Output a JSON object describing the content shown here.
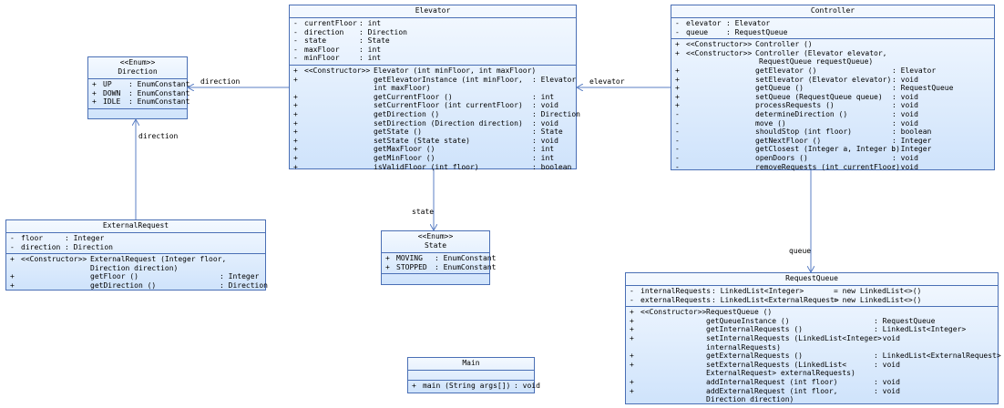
{
  "classes": {
    "elevator": {
      "name": "Elevator",
      "fields": [
        {
          "vis": "-",
          "name": "currentFloor",
          "type": ": int"
        },
        {
          "vis": "-",
          "name": "direction",
          "type": ": Direction"
        },
        {
          "vis": "-",
          "name": "state",
          "type": ": State"
        },
        {
          "vis": "-",
          "name": "maxFloor",
          "type": ": int"
        },
        {
          "vis": "-",
          "name": "minFloor",
          "type": ": int"
        }
      ],
      "methods": [
        {
          "vis": "+",
          "stereo": "<<Constructor>>",
          "name": "Elevator (int minFloor, int maxFloor)",
          "ret": ""
        },
        {
          "vis": "+",
          "stereo": "",
          "name": "getElevatorInstance (int minFloor,",
          "ret": ": Elevator"
        },
        {
          "vis": "",
          "stereo": "",
          "name": " int maxFloor)",
          "ret": ""
        },
        {
          "vis": "+",
          "stereo": "",
          "name": "getCurrentFloor ()",
          "ret": ": int"
        },
        {
          "vis": "+",
          "stereo": "",
          "name": "setCurrentFloor (int currentFloor)",
          "ret": ": void"
        },
        {
          "vis": "+",
          "stereo": "",
          "name": "getDirection ()",
          "ret": ": Direction"
        },
        {
          "vis": "+",
          "stereo": "",
          "name": "setDirection (Direction direction)",
          "ret": ": void"
        },
        {
          "vis": "+",
          "stereo": "",
          "name": "getState ()",
          "ret": ": State"
        },
        {
          "vis": "+",
          "stereo": "",
          "name": "setState (State state)",
          "ret": ": void"
        },
        {
          "vis": "+",
          "stereo": "",
          "name": "getMaxFloor ()",
          "ret": ": int"
        },
        {
          "vis": "+",
          "stereo": "",
          "name": "getMinFloor ()",
          "ret": ": int"
        },
        {
          "vis": "+",
          "stereo": "",
          "name": "isValidFloor (int floor)",
          "ret": ": boolean"
        }
      ]
    },
    "controller": {
      "name": "Controller",
      "fields": [
        {
          "vis": "-",
          "name": "elevator",
          "type": ": Elevator"
        },
        {
          "vis": "-",
          "name": "queue",
          "type": ": RequestQueue"
        }
      ],
      "methods": [
        {
          "vis": "+",
          "stereo": "<<Constructor>>",
          "name": "Controller ()",
          "ret": ""
        },
        {
          "vis": "+",
          "stereo": "<<Constructor>>",
          "name": "Controller (Elevator elevator,",
          "ret": ""
        },
        {
          "vis": "",
          "stereo": "",
          "name": "RequestQueue requestQueue)",
          "ret": ""
        },
        {
          "vis": "+",
          "stereo": "",
          "name": "getElevator ()",
          "ret": ": Elevator"
        },
        {
          "vis": "+",
          "stereo": "",
          "name": "setElevator (Elevator elevator)",
          "ret": ": void"
        },
        {
          "vis": "+",
          "stereo": "",
          "name": "getQueue ()",
          "ret": ": RequestQueue"
        },
        {
          "vis": "+",
          "stereo": "",
          "name": "setQueue (RequestQueue queue)",
          "ret": ": void"
        },
        {
          "vis": "+",
          "stereo": "",
          "name": "processRequests ()",
          "ret": ": void"
        },
        {
          "vis": "-",
          "stereo": "",
          "name": "determineDirection ()",
          "ret": ": void"
        },
        {
          "vis": "-",
          "stereo": "",
          "name": "move ()",
          "ret": ": void"
        },
        {
          "vis": "-",
          "stereo": "",
          "name": "shouldStop (int floor)",
          "ret": ": boolean"
        },
        {
          "vis": "-",
          "stereo": "",
          "name": "getNextFloor ()",
          "ret": ": Integer"
        },
        {
          "vis": "-",
          "stereo": "",
          "name": "getClosest (Integer a, Integer b)",
          "ret": ": Integer"
        },
        {
          "vis": "-",
          "stereo": "",
          "name": "openDoors ()",
          "ret": ": void"
        },
        {
          "vis": "-",
          "stereo": "",
          "name": "removeRequests (int currentFloor)",
          "ret": ": void"
        }
      ]
    },
    "direction": {
      "stereotype": "<<Enum>>",
      "name": "Direction",
      "fields": [
        {
          "vis": "+",
          "name": "UP",
          "type": ": EnumConstant"
        },
        {
          "vis": "+",
          "name": "DOWN",
          "type": ": EnumConstant"
        },
        {
          "vis": "+",
          "name": "IDLE",
          "type": ": EnumConstant"
        }
      ]
    },
    "state": {
      "stereotype": "<<Enum>>",
      "name": "State",
      "fields": [
        {
          "vis": "+",
          "name": "MOVING",
          "type": ": EnumConstant"
        },
        {
          "vis": "+",
          "name": "STOPPED",
          "type": ": EnumConstant"
        }
      ]
    },
    "external_request": {
      "name": "ExternalRequest",
      "fields": [
        {
          "vis": "-",
          "name": "floor",
          "type": ": Integer"
        },
        {
          "vis": "-",
          "name": "direction",
          "type": ": Direction"
        }
      ],
      "methods": [
        {
          "vis": "+",
          "stereo": "<<Constructor>>",
          "name": "ExternalRequest (Integer floor,",
          "ret": ""
        },
        {
          "vis": "",
          "stereo": "",
          "name": " Direction direction)",
          "ret": ""
        },
        {
          "vis": "+",
          "stereo": "",
          "name": "getFloor ()",
          "ret": ": Integer"
        },
        {
          "vis": "+",
          "stereo": "",
          "name": "getDirection ()",
          "ret": ": Direction"
        }
      ]
    },
    "request_queue": {
      "name": "RequestQueue",
      "fields": [
        {
          "vis": "-",
          "name": "internalRequests",
          "type": ": LinkedList<Integer>",
          "init": "= new LinkedList<>()"
        },
        {
          "vis": "-",
          "name": "externalRequests",
          "type": ": LinkedList<ExternalRequest>",
          "init": "= new LinkedList<>()"
        }
      ],
      "methods": [
        {
          "vis": "+",
          "stereo": "<<Constructor>>",
          "name": "RequestQueue ()",
          "ret": ""
        },
        {
          "vis": "+",
          "stereo": "",
          "name": "getQueueInstance ()",
          "ret": ": RequestQueue"
        },
        {
          "vis": "+",
          "stereo": "",
          "name": "getInternalRequests ()",
          "ret": ": LinkedList<Integer>"
        },
        {
          "vis": "+",
          "stereo": "",
          "name": "setInternalRequests (LinkedList<Integer>",
          "ret": ": void"
        },
        {
          "vis": "",
          "stereo": "",
          "name": " internalRequests)",
          "ret": ""
        },
        {
          "vis": "+",
          "stereo": "",
          "name": "getExternalRequests ()",
          "ret": ": LinkedList<ExternalRequest>"
        },
        {
          "vis": "+",
          "stereo": "",
          "name": "setExternalRequests (LinkedList<",
          "ret": ": void"
        },
        {
          "vis": "",
          "stereo": "",
          "name": "ExternalRequest> externalRequests)",
          "ret": ""
        },
        {
          "vis": "+",
          "stereo": "",
          "name": "addInternalRequest (int floor)",
          "ret": ": void"
        },
        {
          "vis": "+",
          "stereo": "",
          "name": "addExternalRequest (int floor,",
          "ret": ": void"
        },
        {
          "vis": "",
          "stereo": "",
          "name": " Direction direction)",
          "ret": ""
        }
      ]
    },
    "main": {
      "name": "Main",
      "methods": [
        {
          "vis": "+",
          "stereo": "",
          "name": "main (String args[])",
          "ret": ": void"
        }
      ]
    }
  },
  "associations": {
    "elevator_direction": "direction",
    "controller_elevator": "elevator",
    "elevator_state": "state",
    "external_direction": "direction",
    "controller_queue": "queue"
  },
  "colors": {
    "border": "#4a6fb5",
    "line": "#5b7fc4",
    "fill_top": "#f4f9ff",
    "fill_bottom": "#cfe3fb"
  }
}
